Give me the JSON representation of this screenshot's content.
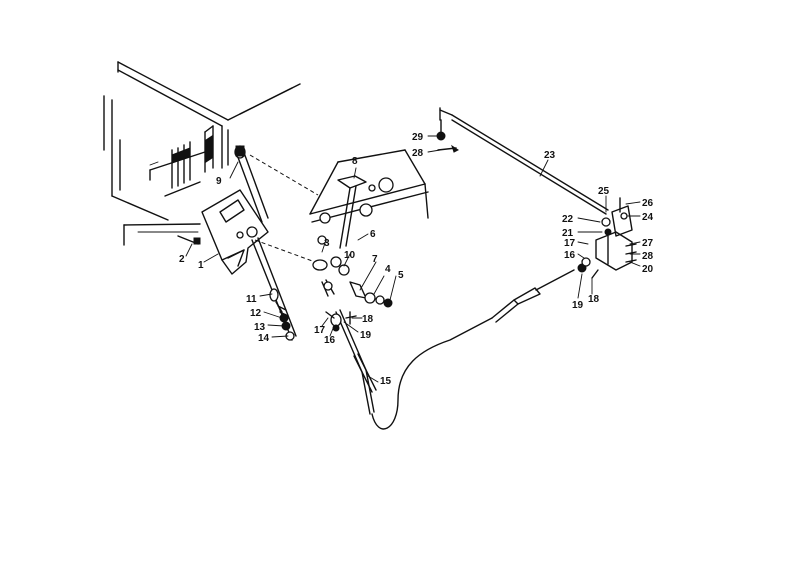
{
  "callouts": [
    {
      "id": "c1",
      "text": "1"
    },
    {
      "id": "c2",
      "text": "2"
    },
    {
      "id": "c3",
      "text": "3"
    },
    {
      "id": "c4",
      "text": "4"
    },
    {
      "id": "c5",
      "text": "5"
    },
    {
      "id": "c6",
      "text": "6"
    },
    {
      "id": "c7",
      "text": "7"
    },
    {
      "id": "c8",
      "text": "8"
    },
    {
      "id": "c9",
      "text": "9"
    },
    {
      "id": "c10",
      "text": "10"
    },
    {
      "id": "c11",
      "text": "11"
    },
    {
      "id": "c12",
      "text": "12"
    },
    {
      "id": "c13",
      "text": "13"
    },
    {
      "id": "c14",
      "text": "14"
    },
    {
      "id": "c15",
      "text": "15"
    },
    {
      "id": "c16a",
      "text": "16"
    },
    {
      "id": "c17a",
      "text": "17"
    },
    {
      "id": "c18a",
      "text": "18"
    },
    {
      "id": "c19a",
      "text": "19"
    },
    {
      "id": "c16b",
      "text": "16"
    },
    {
      "id": "c17b",
      "text": "17"
    },
    {
      "id": "c18b",
      "text": "18"
    },
    {
      "id": "c19b",
      "text": "19"
    },
    {
      "id": "c20",
      "text": "20"
    },
    {
      "id": "c21",
      "text": "21"
    },
    {
      "id": "c22",
      "text": "22"
    },
    {
      "id": "c23",
      "text": "23"
    },
    {
      "id": "c24",
      "text": "24"
    },
    {
      "id": "c25",
      "text": "25"
    },
    {
      "id": "c26",
      "text": "26"
    },
    {
      "id": "c27",
      "text": "27"
    },
    {
      "id": "c28a",
      "text": "28"
    },
    {
      "id": "c28b",
      "text": "28"
    },
    {
      "id": "c29",
      "text": "29"
    }
  ]
}
